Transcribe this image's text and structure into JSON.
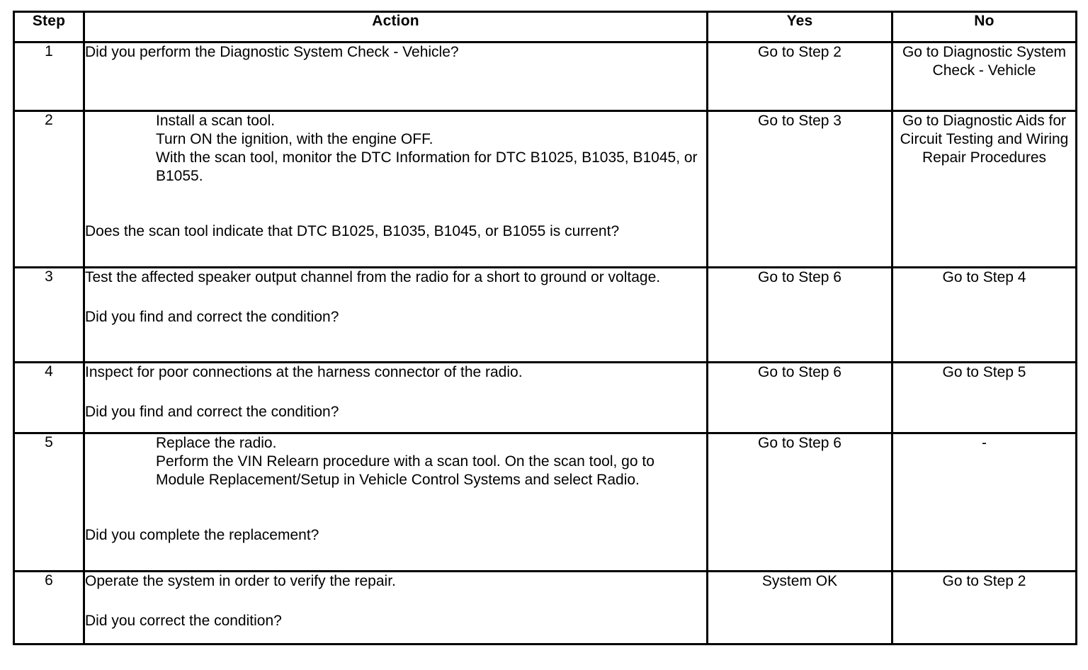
{
  "table": {
    "headers": {
      "step": "Step",
      "action": "Action",
      "yes": "Yes",
      "no": "No"
    },
    "rows": [
      {
        "step": "1",
        "action_lines": [
          "Did you perform the Diagnostic System Check - Vehicle?"
        ],
        "yes": "Go to Step 2",
        "no": "Go to Diagnostic System Check - Vehicle"
      },
      {
        "step": "2",
        "list_items": [
          "Install a scan tool.",
          "Turn ON the ignition, with the engine OFF.",
          "With the scan tool, monitor the DTC Information for DTC B1025, B1035, B1045, or B1055."
        ],
        "question": "Does the scan tool indicate that DTC B1025, B1035, B1045, or B1055 is current?",
        "yes": "Go to Step 3",
        "no": "Go to Diagnostic Aids for Circuit Testing and Wiring Repair Procedures"
      },
      {
        "step": "3",
        "statement": "Test the affected speaker output channel from the radio for a short to ground or voltage.",
        "question": "Did you find and correct the condition?",
        "yes": "Go to Step 6",
        "no": "Go to Step 4"
      },
      {
        "step": "4",
        "statement": "Inspect for poor connections at the harness connector of the radio.",
        "question": "Did you find and correct the condition?",
        "yes": "Go to Step 6",
        "no": "Go to Step 5"
      },
      {
        "step": "5",
        "list_items": [
          "Replace the radio.",
          "Perform the VIN Relearn procedure with a scan tool. On the scan tool, go to Module Replacement/Setup in Vehicle Control Systems and select Radio."
        ],
        "question": "Did you complete the replacement?",
        "yes": "Go to Step 6",
        "no": "-"
      },
      {
        "step": "6",
        "statement": "Operate the system in order to verify the repair.",
        "question": "Did you correct the condition?",
        "yes": "System OK",
        "no": "Go to Step 2"
      }
    ]
  },
  "colors": {
    "border": "#000000",
    "text": "#000000",
    "background": "#ffffff"
  }
}
